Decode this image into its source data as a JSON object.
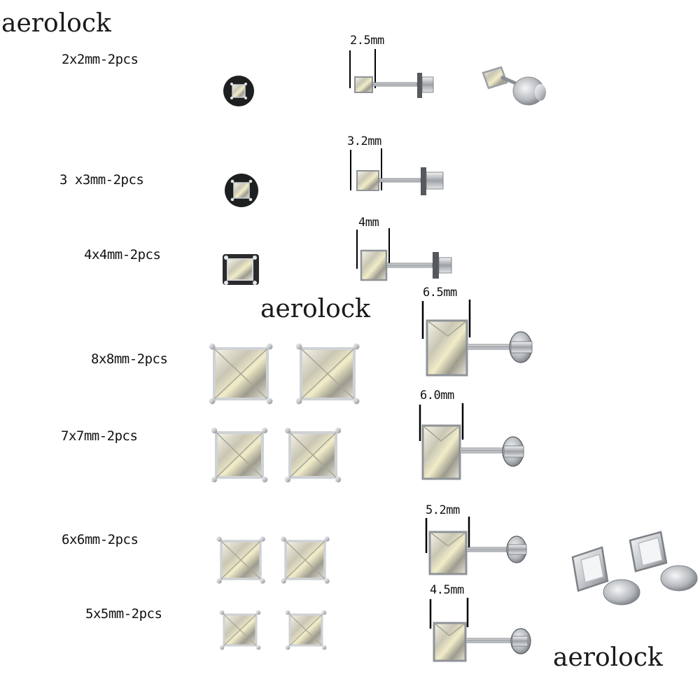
{
  "watermark": {
    "brand": "aerolock"
  },
  "rows": [
    {
      "size_label": "2x2mm-2pcs",
      "dimension": "2.5mm"
    },
    {
      "size_label": "3 x3mm-2pcs",
      "dimension": "3.2mm"
    },
    {
      "size_label": "4x4mm-2pcs",
      "dimension": "4mm"
    },
    {
      "size_label": "8x8mm-2pcs",
      "dimension": "6.5mm"
    },
    {
      "size_label": "7x7mm-2pcs",
      "dimension": "6.0mm"
    },
    {
      "size_label": "6x6mm-2pcs",
      "dimension": "5.2mm"
    },
    {
      "size_label": "5x5mm-2pcs",
      "dimension": "4.5mm"
    }
  ],
  "icons": {
    "front_view": "square-stud-front-icon",
    "side_view": "stud-side-profile-icon",
    "perspective_view": "stud-perspective-icon"
  },
  "colors": {
    "metal_light": "#e6e8ea",
    "metal_dark": "#5a5e63",
    "gem_light": "#f4f1de",
    "gem_dark": "#8b8a7c",
    "text": "#111111"
  }
}
